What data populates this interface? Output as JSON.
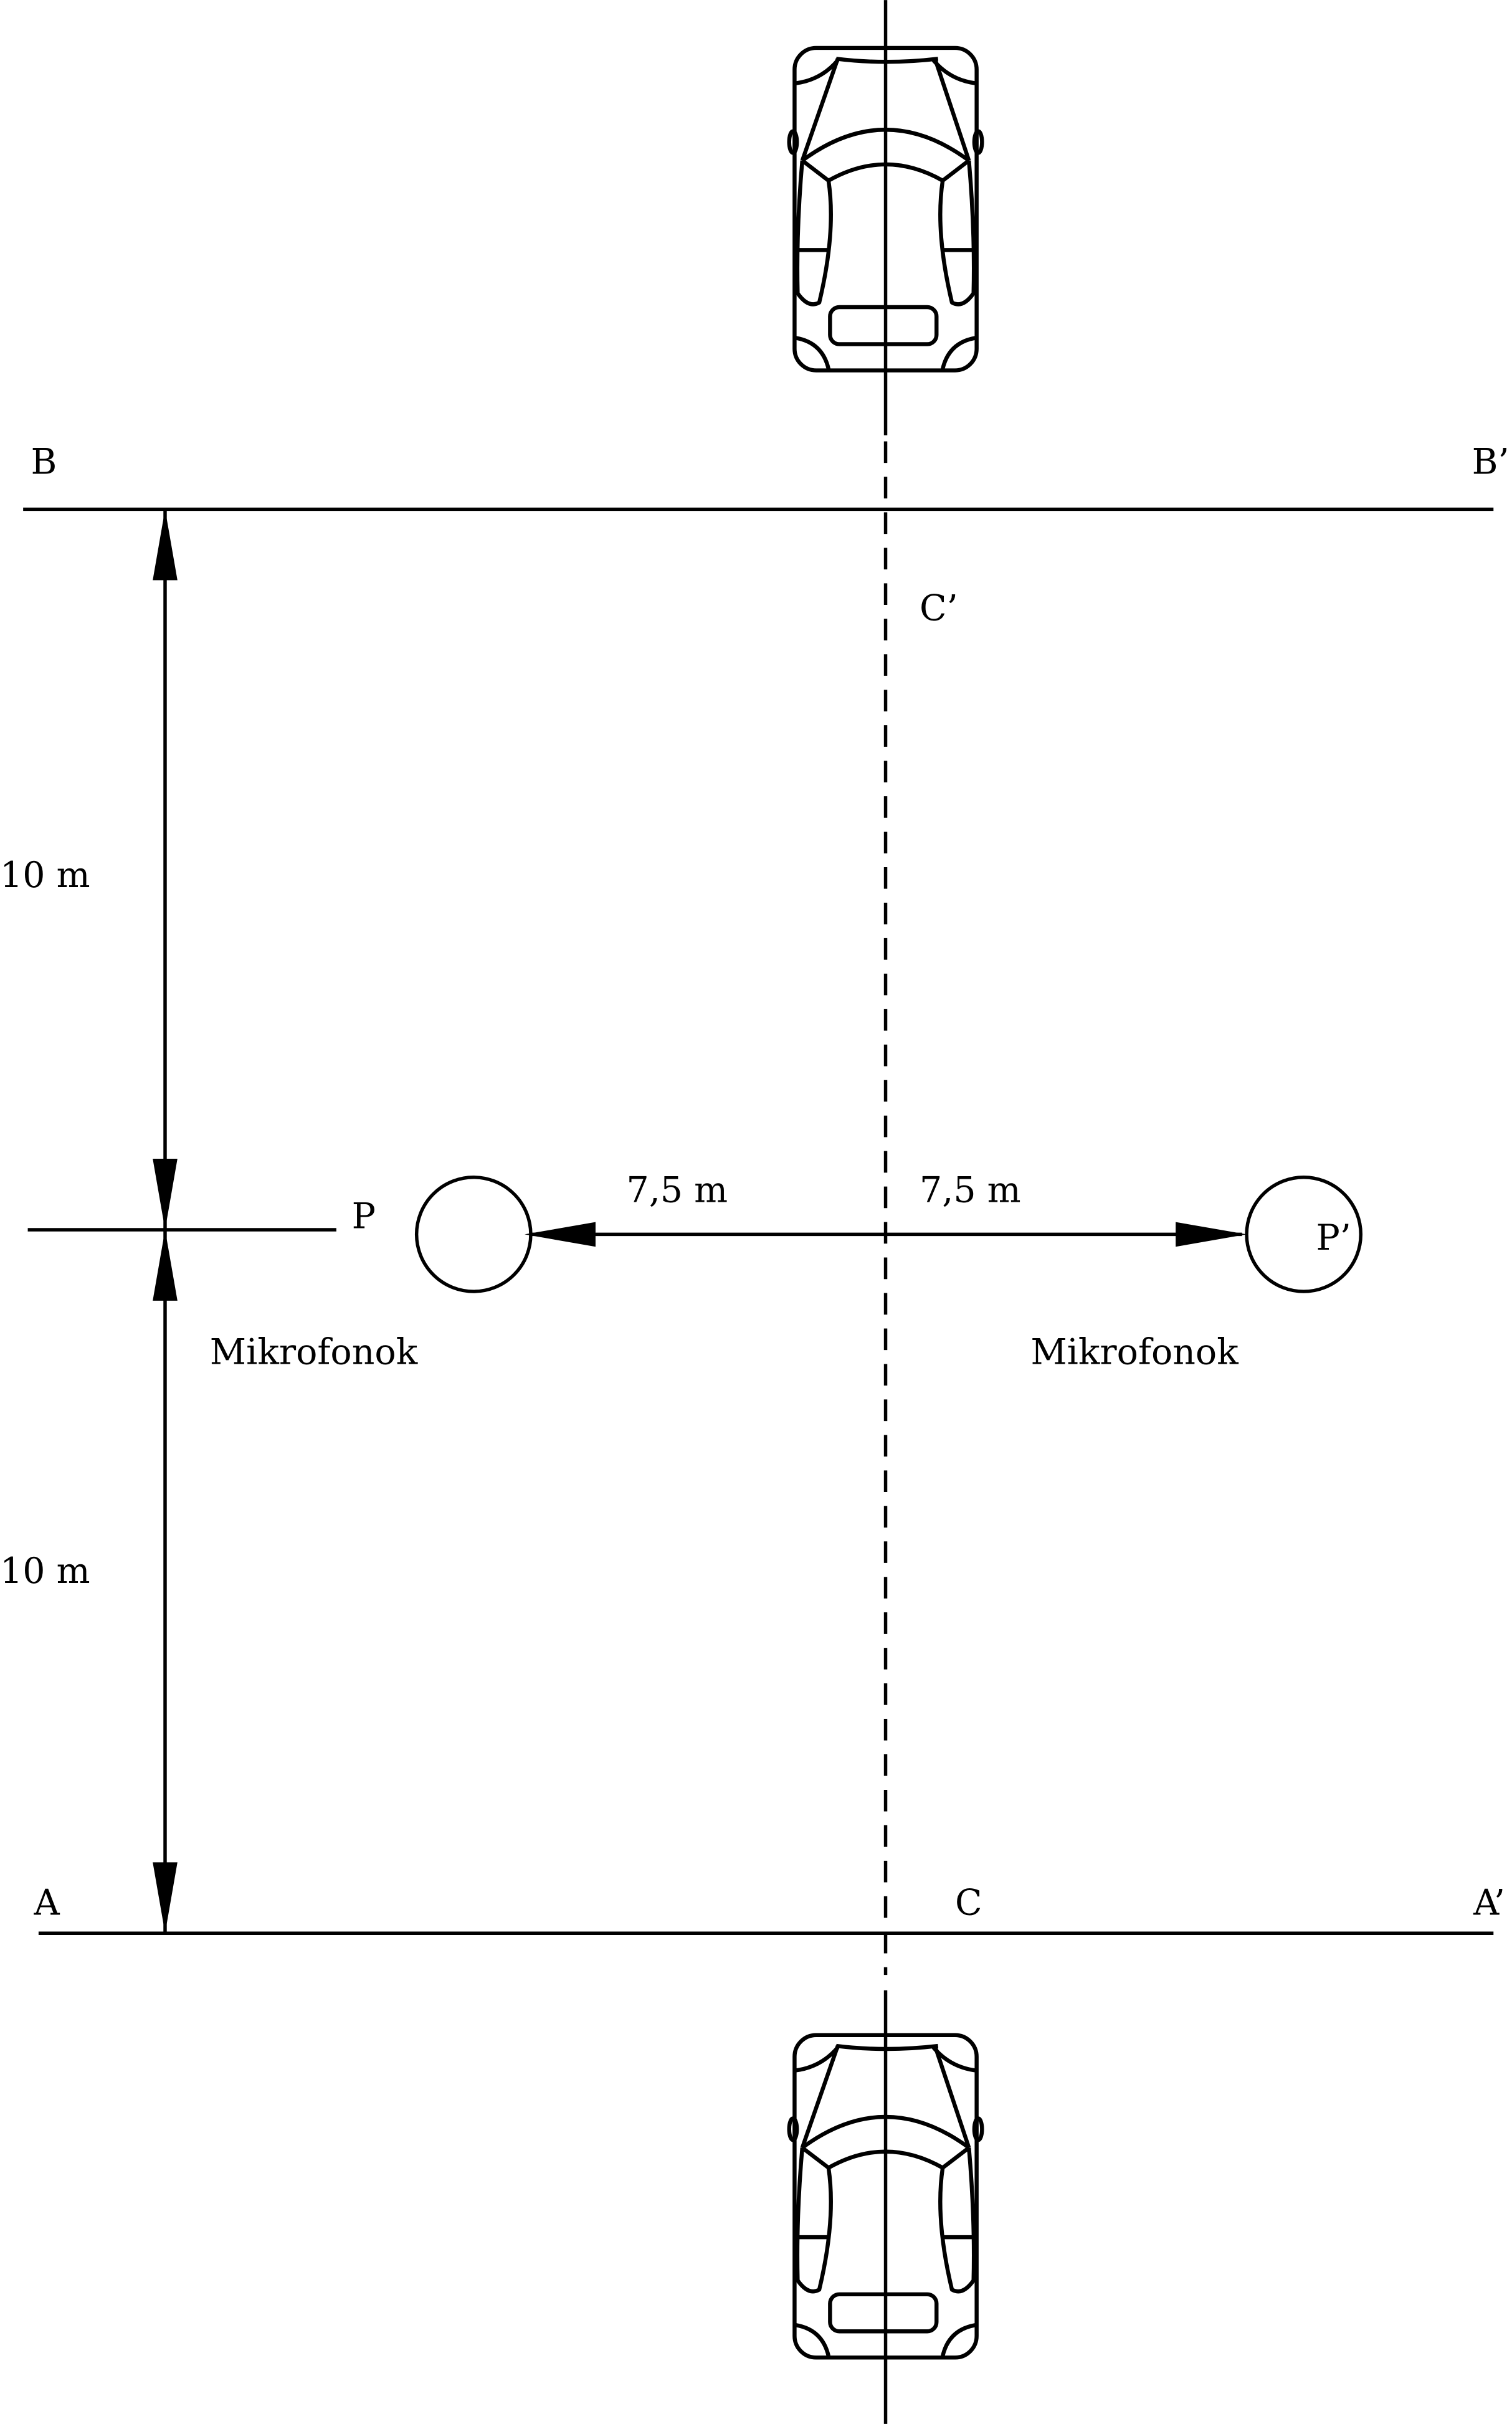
{
  "labels": {
    "b": "B",
    "b_prime": "B’",
    "c_prime": "C’",
    "a": "A",
    "c": "C",
    "a_prime": "A’",
    "p": "P",
    "p_prime": "P’",
    "dist_upper": "10 m",
    "dist_lower": "10 m",
    "dist_left": "7,5 m",
    "dist_right": "7,5 m",
    "mic_left": "Mikrofonok",
    "mic_right": "Mikrofonok"
  },
  "colors": {
    "line": "#000000",
    "background": "#ffffff"
  }
}
